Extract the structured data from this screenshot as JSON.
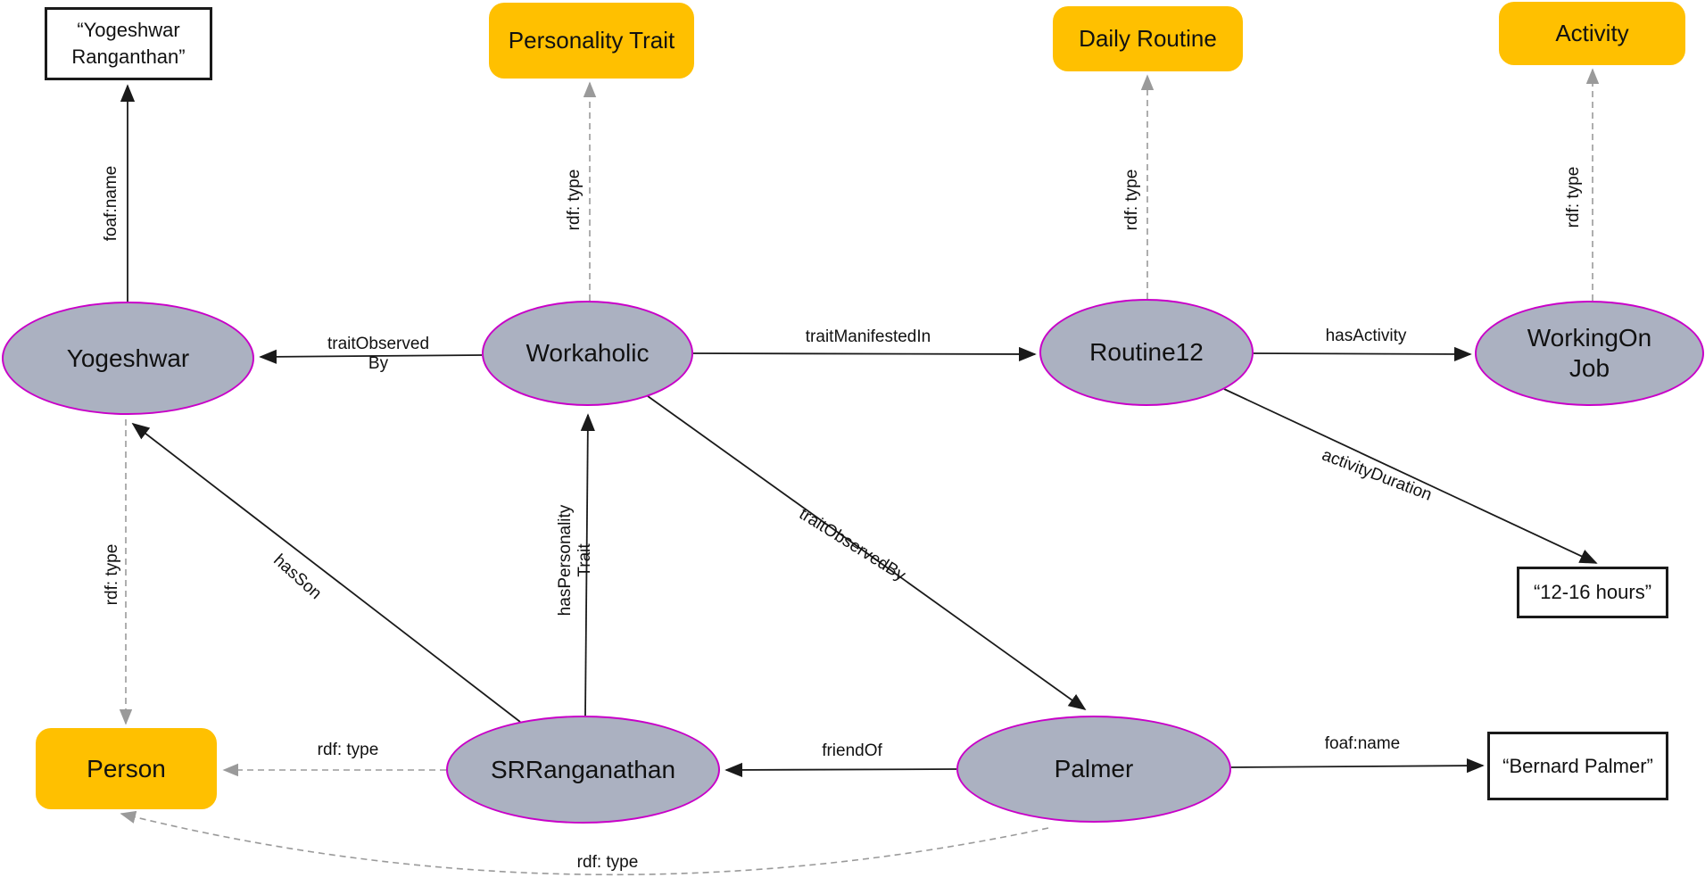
{
  "diagram": {
    "nodes": {
      "yogeshwar_name_literal": "“Yogeshwar\nRanganthan”",
      "personality_trait_class": "Personality Trait",
      "daily_routine_class": "Daily Routine",
      "activity_class": "Activity",
      "yogeshwar": "Yogeshwar",
      "workaholic": "Workaholic",
      "routine12": "Routine12",
      "working_on_job": "WorkingOn\nJob",
      "duration_literal": "“12-16 hours”",
      "person_class": "Person",
      "srranganathan": "SRRanganathan",
      "palmer": "Palmer",
      "palmer_name_literal": "“Bernard Palmer”"
    },
    "edge_labels": {
      "foaf_name_yogeshwar": "foaf:name",
      "rdf_type_workaholic": "rdf: type",
      "rdf_type_routine12": "rdf: type",
      "rdf_type_workingonjob": "rdf: type",
      "trait_observed_by_short": "traitObserved\nBy",
      "trait_manifested_in": "traitManifestedIn",
      "has_activity": "hasActivity",
      "activity_duration": "activityDuration",
      "has_son": "hasSon",
      "rdf_type_yogeshwar_person": "rdf: type",
      "has_personality_trait": "hasPersonality\nTrait",
      "trait_observed_by_long": "traitObservedBy",
      "friend_of": "friendOf",
      "foaf_name_palmer": "foaf:name",
      "rdf_type_srr_person": "rdf: type",
      "rdf_type_palmer_person": "rdf: type"
    },
    "colors": {
      "class_fill": "#FFC000",
      "instance_fill": "#ABB1C1",
      "instance_border": "#C800C8",
      "literal_border": "#1a1a1a",
      "solid_edge": "#1a1a1a",
      "dashed_edge": "#9a9a9a"
    }
  }
}
